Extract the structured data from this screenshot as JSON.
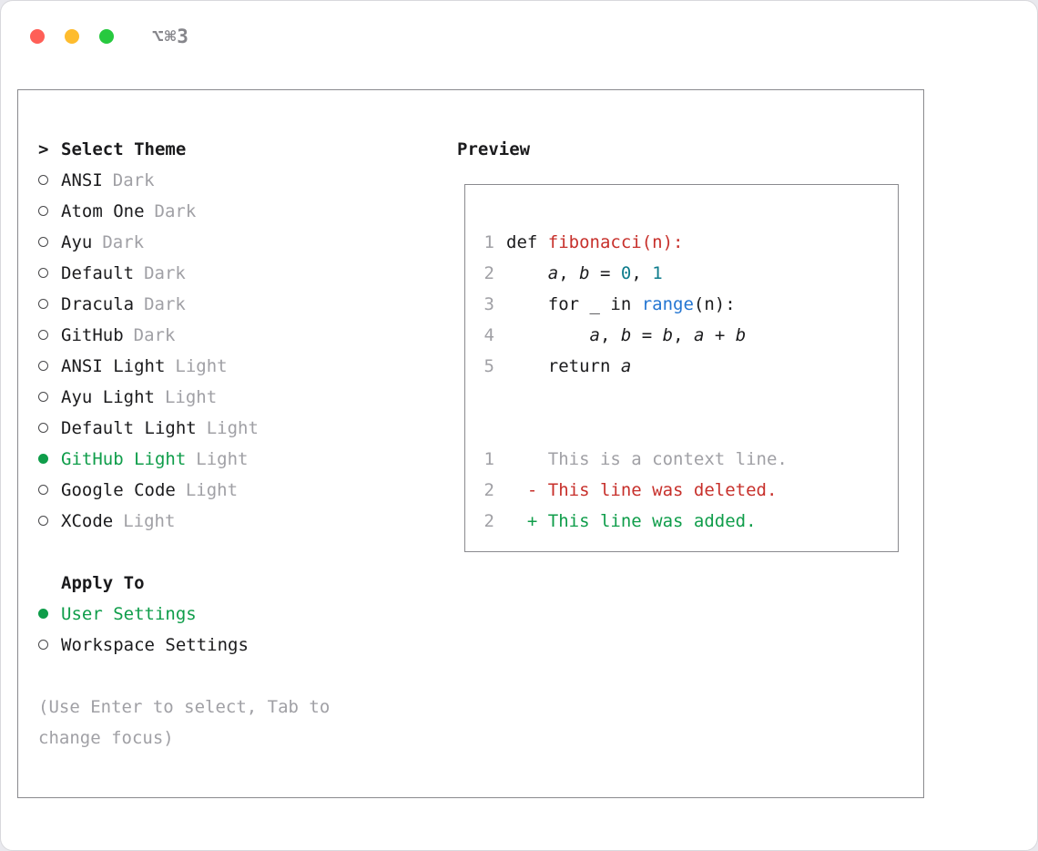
{
  "window": {
    "title": "⌥⌘3"
  },
  "colors": {
    "accent_green": "#0f9d4a",
    "syntax_red": "#c7302b",
    "syntax_blue": "#2476d2",
    "syntax_teal": "#0e7c8c",
    "muted_gray": "#a0a0a5",
    "text_color": "#1b1b1d",
    "traffic_red": "#ff5f57",
    "traffic_yellow": "#febc2e",
    "traffic_green": "#27c93f"
  },
  "theme_selector": {
    "prompt": ">",
    "title": "Select Theme",
    "items": [
      {
        "name": "ANSI",
        "variant": "Dark",
        "selected": false
      },
      {
        "name": "Atom One",
        "variant": "Dark",
        "selected": false
      },
      {
        "name": "Ayu",
        "variant": "Dark",
        "selected": false
      },
      {
        "name": "Default",
        "variant": "Dark",
        "selected": false
      },
      {
        "name": "Dracula",
        "variant": "Dark",
        "selected": false
      },
      {
        "name": "GitHub",
        "variant": "Dark",
        "selected": false
      },
      {
        "name": "ANSI Light",
        "variant": "Light",
        "selected": false
      },
      {
        "name": "Ayu Light",
        "variant": "Light",
        "selected": false
      },
      {
        "name": "Default Light",
        "variant": "Light",
        "selected": false
      },
      {
        "name": "GitHub Light",
        "variant": "Light",
        "selected": true
      },
      {
        "name": "Google Code",
        "variant": "Light",
        "selected": false
      },
      {
        "name": "XCode",
        "variant": "Light",
        "selected": false
      }
    ]
  },
  "apply_to": {
    "title": "Apply To",
    "items": [
      {
        "label": "User Settings",
        "selected": true
      },
      {
        "label": "Workspace Settings",
        "selected": false
      }
    ]
  },
  "hint": {
    "line1": "(Use Enter to select, Tab to",
    "line2": "change focus)"
  },
  "preview": {
    "title": "Preview",
    "lines": [
      {
        "num": "1",
        "segments": [
          {
            "t": "def ",
            "c": "plain"
          },
          {
            "t": "fibonacci(n):",
            "c": "red"
          }
        ]
      },
      {
        "num": "2",
        "segments": [
          {
            "t": "    ",
            "c": "plain"
          },
          {
            "t": "a",
            "c": "var"
          },
          {
            "t": ", ",
            "c": "plain"
          },
          {
            "t": "b",
            "c": "var"
          },
          {
            "t": " = ",
            "c": "plain"
          },
          {
            "t": "0",
            "c": "num"
          },
          {
            "t": ", ",
            "c": "plain"
          },
          {
            "t": "1",
            "c": "num"
          }
        ]
      },
      {
        "num": "3",
        "segments": [
          {
            "t": "    for _ in ",
            "c": "plain"
          },
          {
            "t": "range",
            "c": "blue"
          },
          {
            "t": "(n):",
            "c": "plain"
          }
        ]
      },
      {
        "num": "4",
        "segments": [
          {
            "t": "        ",
            "c": "plain"
          },
          {
            "t": "a",
            "c": "var"
          },
          {
            "t": ", ",
            "c": "plain"
          },
          {
            "t": "b",
            "c": "var"
          },
          {
            "t": " = ",
            "c": "plain"
          },
          {
            "t": "b",
            "c": "var"
          },
          {
            "t": ", ",
            "c": "plain"
          },
          {
            "t": "a",
            "c": "var"
          },
          {
            "t": " + ",
            "c": "plain"
          },
          {
            "t": "b",
            "c": "var"
          }
        ]
      },
      {
        "num": "5",
        "segments": [
          {
            "t": "    return ",
            "c": "plain"
          },
          {
            "t": "a",
            "c": "var"
          }
        ]
      },
      {
        "num": "",
        "segments": []
      },
      {
        "num": "",
        "segments": []
      },
      {
        "num": "1",
        "segments": [
          {
            "t": "    This is a context line.",
            "c": "gray"
          }
        ]
      },
      {
        "num": "2",
        "segments": [
          {
            "t": "  - This line was deleted.",
            "c": "red"
          }
        ]
      },
      {
        "num": "2",
        "segments": [
          {
            "t": "  + This line was added.",
            "c": "green"
          }
        ]
      }
    ]
  }
}
